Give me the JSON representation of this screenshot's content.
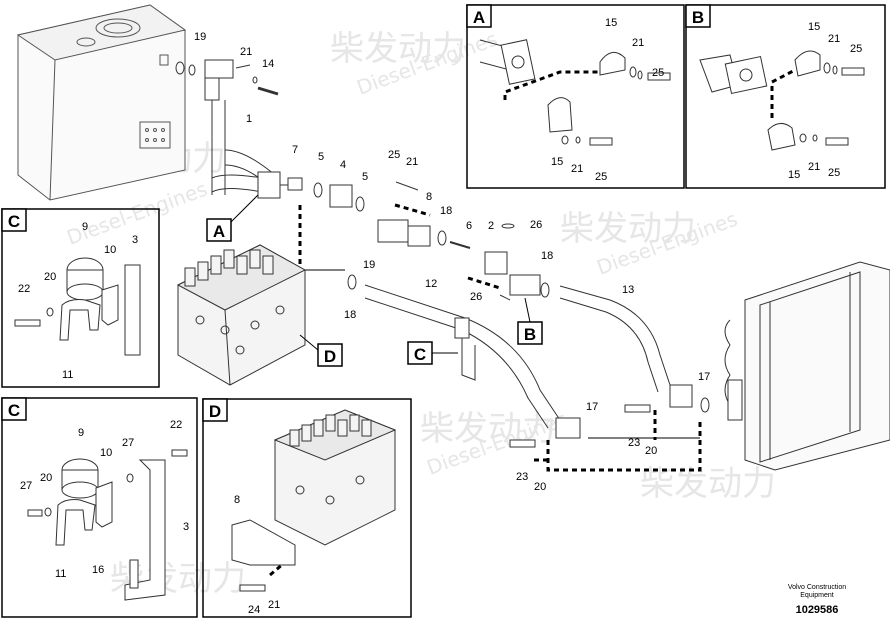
{
  "watermark": {
    "cn": "柴发动力",
    "en": "Diesel-Engines"
  },
  "footer": {
    "line1": "Volvo Construction",
    "line2": "Equipment",
    "drawing_no": "1029586"
  },
  "panels": {
    "A": "A",
    "B": "B",
    "C1": "C",
    "C2": "C",
    "D": "D"
  },
  "callouts_main": {
    "A": "A",
    "B": "B",
    "C": "C",
    "D": "D"
  },
  "parts": {
    "p1": "1",
    "p2": "2",
    "p4": "4",
    "p5a": "5",
    "p5b": "5",
    "p6": "6",
    "p7": "7",
    "p8": "8",
    "p12": "12",
    "p13": "13",
    "p14": "14",
    "p17a": "17",
    "p17b": "17",
    "p18a": "18",
    "p18b": "18",
    "p18c": "18",
    "p19a": "19",
    "p19b": "19",
    "p20a": "20",
    "p20b": "20",
    "p21a": "21",
    "p21b": "21",
    "p23a": "23",
    "p23b": "23",
    "p25a": "25",
    "p26a": "26",
    "p26b": "26"
  },
  "panelA": {
    "n15a": "15",
    "n21a": "21",
    "n25a": "25",
    "n15b": "15",
    "n21b": "21",
    "n25b": "25"
  },
  "panelB": {
    "n15a": "15",
    "n21a": "21",
    "n25a": "25",
    "n15b": "15",
    "n21b": "21",
    "n25b": "25"
  },
  "panelC1": {
    "n9": "9",
    "n10": "10",
    "n3": "3",
    "n20": "20",
    "n22": "22",
    "n11": "11"
  },
  "panelC2": {
    "n9": "9",
    "n10": "10",
    "n27a": "27",
    "n22": "22",
    "n20": "20",
    "n27b": "27",
    "n3": "3",
    "n11": "11",
    "n16": "16"
  },
  "panelD": {
    "n8": "8",
    "n24": "24",
    "n21": "21"
  }
}
